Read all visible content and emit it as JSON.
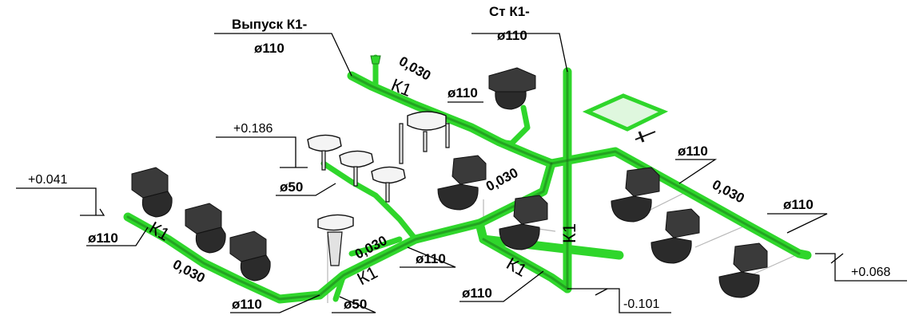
{
  "labels": {
    "outlet_title": "Выпуск К1-",
    "outlet_dia": "ø110",
    "stack_title": "Ст К1-",
    "stack_dia": "ø110",
    "level_left": "+0.041",
    "level_sinks": "+0.186",
    "level_right": "+0.068",
    "level_bottom": "-0.101",
    "dia_sinks": "ø50",
    "dia_left": "ø110",
    "dia_bottom_left": "ø110",
    "dia_small_bottom": "ø50",
    "dia_center": "ø110",
    "dia_center_lower": "ø110",
    "dia_top_mid": "ø110",
    "dia_right_upper": "ø110",
    "dia_right_lower": "ø110",
    "slope_top": "0,030",
    "slope_center": "0,030",
    "slope_lower_center": "0,030",
    "slope_left": "0,030",
    "slope_right": "0,030",
    "k1_top": "К1",
    "k1_left": "К1",
    "k1_center": "К1",
    "k1_lower": "К1",
    "k1_stack": "К1"
  },
  "colors": {
    "pipe": "#2fd62b",
    "pipe_core": "#1b7a1b",
    "fixture": "#2b2b2b",
    "text": "#000000"
  }
}
